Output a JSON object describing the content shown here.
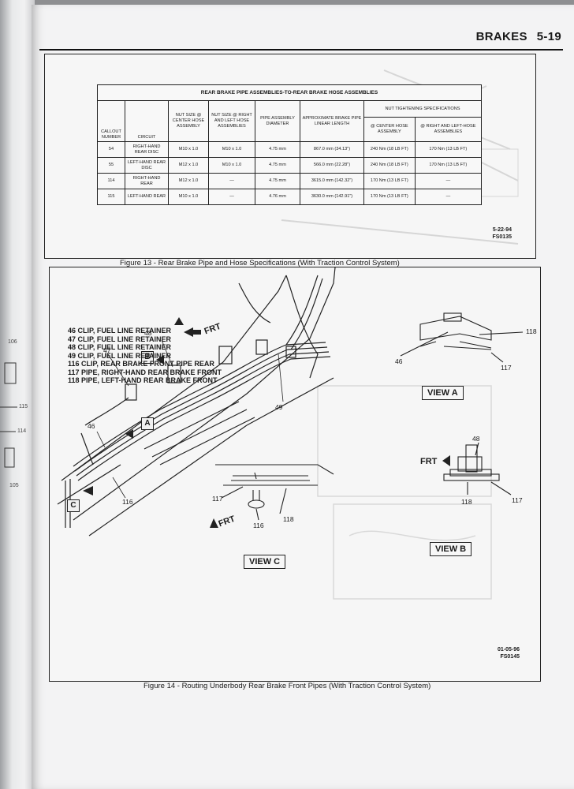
{
  "page": {
    "section": "BRAKES",
    "page_number": "5-19"
  },
  "figure13": {
    "table_title": "REAR BRAKE PIPE ASSEMBLIES-TO-REAR BRAKE HOSE ASSEMBLIES",
    "group_header": "NUT TIGHTENING SPECIFICATIONS",
    "columns": [
      "CALLOUT NUMBER",
      "CIRCUIT",
      "NUT SIZE @ CENTER HOSE ASSEMBLY",
      "NUT SIZE @ RIGHT AND LEFT HOSE ASSEMBLIES",
      "PIPE ASSEMBLY DIAMETER",
      "APPROXIMATE BRAKE PIPE LINEAR LENGTH",
      "@ CENTER HOSE ASSEMBLY",
      "@ RIGHT AND LEFT-HOSE ASSEMBLIES"
    ],
    "rows": [
      [
        "54",
        "RIGHT-HAND REAR DISC",
        "M10 x 1.0",
        "M10 x 1.0",
        "4.75 mm",
        "867.0 mm (34.13\")",
        "240 Nm (18 LB FT)",
        "170 Nm (13 LB FT)"
      ],
      [
        "55",
        "LEFT-HAND REAR DISC",
        "M12 x 1.0",
        "M10 x 1.0",
        "4.75 mm",
        "566.0 mm (22.28\")",
        "240 Nm (18 LB FT)",
        "170 Nm (13 LB FT)"
      ],
      [
        "114",
        "RIGHT-HAND REAR",
        "M12 x 1.0",
        "—",
        "4.75 mm",
        "3615.0 mm (142.32\")",
        "170 Nm (13 LB FT)",
        "—"
      ],
      [
        "115",
        "LEFT-HAND REAR",
        "M10 x 1.0",
        "—",
        "4.76 mm",
        "3630.0 mm (142.91\")",
        "170 Nm (13 LB FT)",
        "—"
      ]
    ],
    "stamp_date": "5-22-94",
    "stamp_code": "FS0135",
    "caption": "Figure 13 - Rear Brake Pipe and Hose Specifications (With Traction Control System)"
  },
  "figure14": {
    "legend": [
      "46  CLIP, FUEL LINE RETAINER",
      "47  CLIP, FUEL LINE RETAINER",
      "48  CLIP, FUEL LINE RETAINER",
      "49  CLIP, FUEL LINE RETAINER",
      "116  CLIP, REAR BRAKE FRONT PIPE REAR",
      "117  PIPE, RIGHT-HAND REAR BRAKE FRONT",
      "118  PIPE, LEFT-HAND REAR BRAKE FRONT"
    ],
    "views": [
      "VIEW A",
      "VIEW B",
      "VIEW C"
    ],
    "frt_label": "FRT",
    "callouts": [
      "46",
      "47",
      "48",
      "49",
      "116",
      "117",
      "118"
    ],
    "letters": [
      "A",
      "B",
      "C"
    ],
    "stamp_date": "01-05-96",
    "stamp_code": "FS0145",
    "caption": "Figure 14 - Routing Underbody Rear Brake Front Pipes (With Traction Control System)"
  },
  "left_page_marks": [
    "106",
    "115",
    "114",
    "105"
  ]
}
